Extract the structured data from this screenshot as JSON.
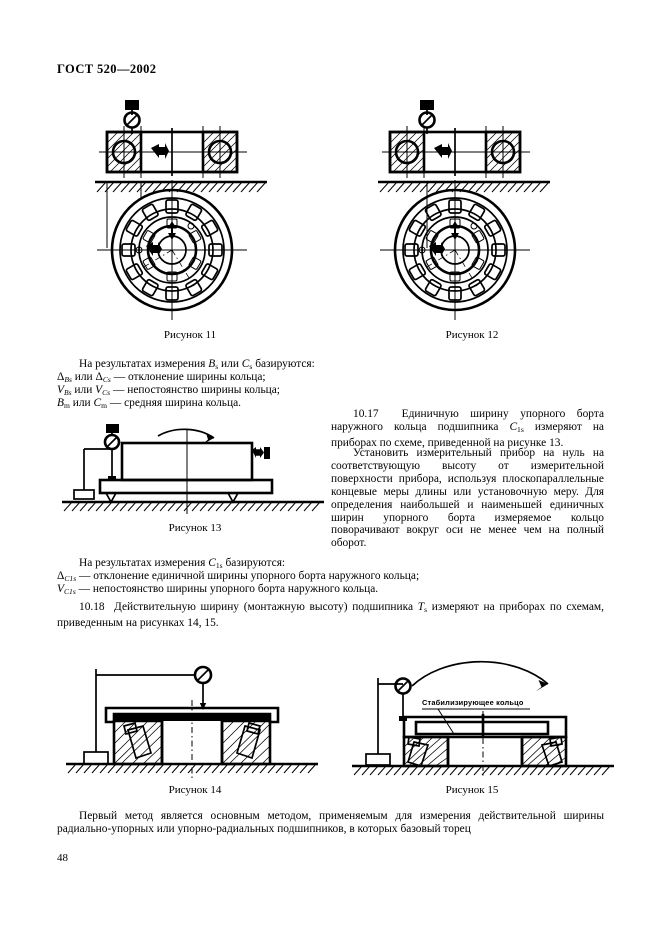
{
  "document": {
    "standard_header": "ГОСТ 520—2002",
    "page_number": "48"
  },
  "figures": {
    "fig11_caption": "Рисунок 11",
    "fig12_caption": "Рисунок 12",
    "fig13_caption": "Рисунок 13",
    "fig14_caption": "Рисунок 14",
    "fig15_caption": "Рисунок 15",
    "fig15_annotation": "Стабилизирующее кольцо"
  },
  "text": {
    "block1_intro": "На результатах измерения Bs или Cs базируются:",
    "block1_line1": "ΔBs или ΔCs — отклонение ширины кольца;",
    "block1_line2": "VBs или VCs — непостоянство ширины кольца;",
    "block1_line3": "Bm или Cm — средняя ширина кольца.",
    "clause_10_17_p1": "10.17 Единичную ширину упорного борта наружного кольца подшипника C1s измеряют на приборах по схеме, приведенной на рисунке 13.",
    "clause_10_17_p2": "Установить измерительный прибор на нуль на соответствующую высоту от измерительной поверхности прибора, используя плоскопараллельные концевые меры длины или установочную меру. Для определения наибольшей и наименьшей единичных ширин упорного борта измеряемое кольцо поворачивают вокруг оси не менее чем на полный оборот.",
    "block2_intro": "На результатах измерения C1s базируются:",
    "block2_line1": "ΔC1s — отклонение единичной ширины упорного борта наружного кольца;",
    "block2_line2": "VC1s — непостоянство ширины упорного борта наружного кольца.",
    "clause_10_18": "10.18 Действительную ширину (монтажную высоту) подшипника Ts измеряют на приборах по схемам, приведенным на рисунках 14, 15.",
    "final_paragraph": "Первый метод является основным методом, применяемым для измерения действительной ширины радиально-упорных или упорно-радиальных подшипников, в которых базовый торец"
  },
  "symbols": {
    "Bs": "B",
    "Bs_sub": "s",
    "Cs": "C",
    "Cs_sub": "s",
    "delta": "Δ",
    "V": "V",
    "Bm_sub": "m",
    "C1s_sub": "1s",
    "Ts": "T",
    "Ts_sub": "s"
  }
}
